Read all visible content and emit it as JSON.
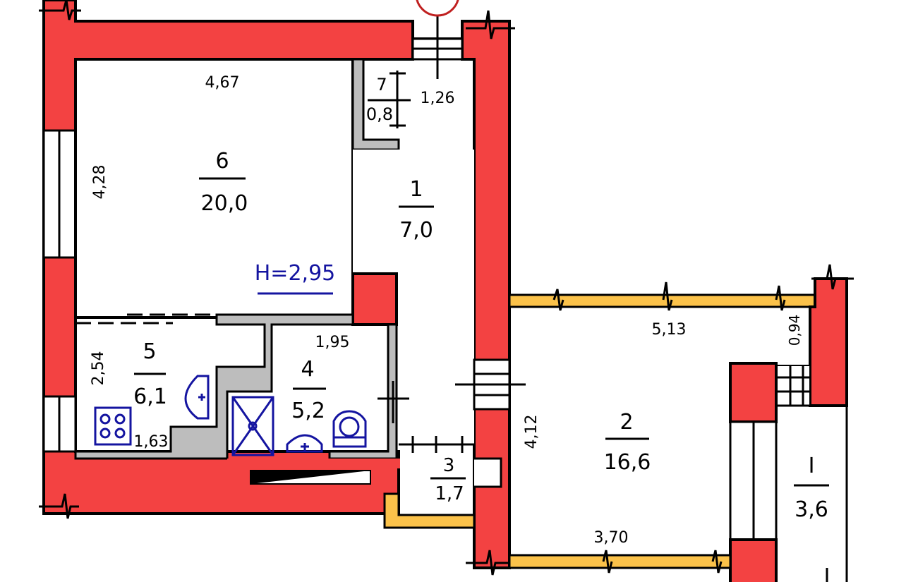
{
  "plan": {
    "colors": {
      "wall": "#f34242",
      "partition": "#fbc24a",
      "fixture": "#1414a0",
      "shaft": "#bdbdbd"
    },
    "ceiling_height": "H=2,95",
    "rooms": [
      {
        "number": "1",
        "area": "7,0"
      },
      {
        "number": "2",
        "area": "16,6"
      },
      {
        "number": "3",
        "area": "1,7"
      },
      {
        "number": "4",
        "area": "5,2"
      },
      {
        "number": "5",
        "area": "6,1"
      },
      {
        "number": "6",
        "area": "20,0"
      },
      {
        "number": "7",
        "area": "0,8"
      },
      {
        "number": "I",
        "area": "3,6"
      }
    ],
    "dimensions": {
      "room6_width": "4,67",
      "room6_depth": "4,28",
      "corridor": "1,26",
      "room5_depth": "2,54",
      "room5_width": "1,63",
      "room4_width": "1,95",
      "room2_width_top": "5,13",
      "room2_width_bottom": "3,70",
      "room2_depth": "4,12",
      "niche": "0,94"
    },
    "fixtures": [
      "stove-icon",
      "kitchen-sink-icon",
      "shower-tray-icon",
      "washbasin-icon",
      "toilet-icon"
    ]
  }
}
